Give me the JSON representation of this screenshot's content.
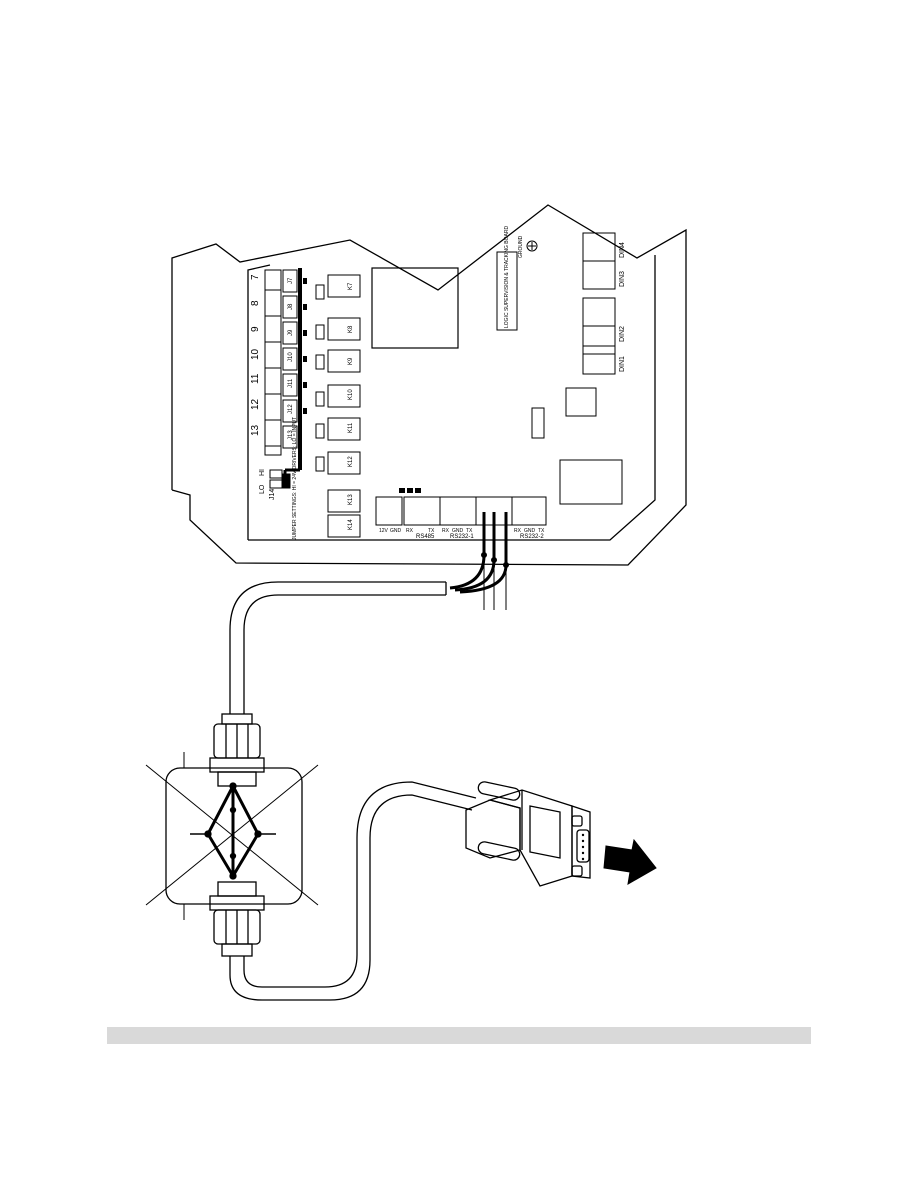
{
  "terminal_numbers": [
    "7",
    "8",
    "9",
    "10",
    "11",
    "12",
    "13"
  ],
  "relay_labels": [
    "K7",
    "K8",
    "K9",
    "K10",
    "K11",
    "K12",
    "K13",
    "K14"
  ],
  "jumper_labels": [
    "J7",
    "J8",
    "J9",
    "J10",
    "J11",
    "J12",
    "J13"
  ],
  "switch_labels": [
    "LO",
    "HI",
    "J14"
  ],
  "port_labels": [
    "RS485",
    "RS232-1",
    "RS232-2"
  ],
  "pin_labels": {
    "rs485": [
      "12V",
      "GND",
      "RX",
      "TX"
    ],
    "rs232_1": [
      "RX",
      "GND",
      "TX"
    ],
    "rs232_2": [
      "RX",
      "GND",
      "TX"
    ]
  },
  "din_labels": [
    "DIN4",
    "DIN3",
    "DIN2",
    "DIN1"
  ],
  "pcb_note": "LOGIC SUPERVISION & TRACKING BOARD",
  "earth_label": "GROUND",
  "jumper_note": "JUMPER SETTINGS: HI = 24V DRIVERS; LO = INPUT",
  "colors": {
    "line": "#000000",
    "footer_bar": "#d9d9d9",
    "background": "#ffffff"
  },
  "icons": [
    "terminal-block",
    "relay",
    "junction-box",
    "cable-gland",
    "db9-connector",
    "arrow-right-icon"
  ]
}
